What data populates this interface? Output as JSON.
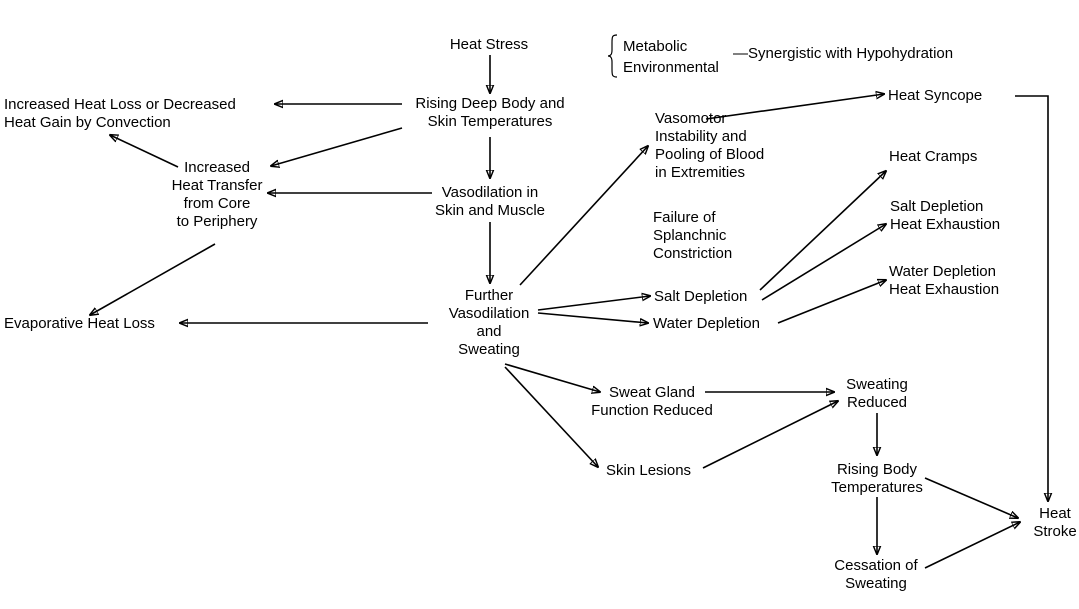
{
  "nodes": {
    "heat_stress": "Heat Stress",
    "metabolic": "Metabolic",
    "environmental": "Environmental",
    "synergistic": "—Synergistic with Hypohydration",
    "rising_deep_body": "Rising Deep Body and\nSkin Temperatures",
    "increased_heat_loss": "Increased Heat Loss or Decreased\nHeat Gain by Convection",
    "increased_heat_transfer": "Increased\nHeat Transfer\nfrom Core\nto Periphery",
    "vasodilation_skin": "Vasodilation in\nSkin and Muscle",
    "vasomotor": "Vasomotor\nInstability and\nPooling of Blood\nin Extremities",
    "heat_syncope": "Heat Syncope",
    "heat_cramps": "Heat Cramps",
    "failure_splanchnic": "Failure of\nSplanchnic\nConstriction",
    "salt_depletion_exhaustion": "Salt Depletion\nHeat Exhaustion",
    "water_depletion_exhaustion": "Water Depletion\nHeat Exhaustion",
    "further_vasodilation": "Further\nVasodilation\nand\nSweating",
    "evaporative_heat_loss": "Evaporative Heat Loss",
    "salt_depletion": "Salt Depletion",
    "water_depletion": "Water Depletion",
    "sweat_gland": "Sweat Gland\nFunction Reduced",
    "sweating_reduced": "Sweating\nReduced",
    "skin_lesions": "Skin Lesions",
    "rising_body_temps": "Rising Body\nTemperatures",
    "heat_stroke": "Heat\nStroke",
    "cessation_sweating": "Cessation of\nSweating"
  }
}
